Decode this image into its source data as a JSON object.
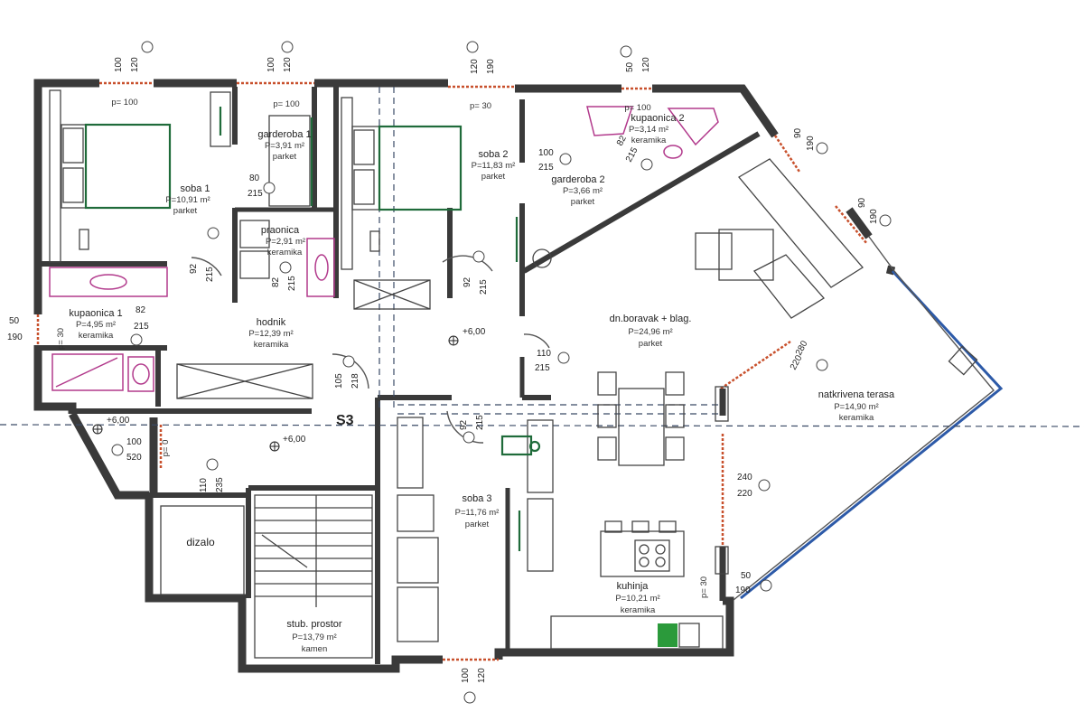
{
  "stair_label": "S3",
  "rooms": [
    {
      "id": "soba1",
      "name": "soba 1",
      "area": "P=10,91 m²",
      "floor": "parket"
    },
    {
      "id": "garderoba1",
      "name": "garderoba 1",
      "area": "P=3,91 m²",
      "floor": "parket"
    },
    {
      "id": "soba2",
      "name": "soba 2",
      "area": "P=11,83 m²",
      "floor": "parket"
    },
    {
      "id": "kupaonica2",
      "name": "kupaonica 2",
      "area": "P=3,14 m²",
      "floor": "keramika"
    },
    {
      "id": "garderoba2",
      "name": "garderoba 2",
      "area": "P=3,66 m²",
      "floor": "parket"
    },
    {
      "id": "praonica",
      "name": "praonica",
      "area": "P=2,91 m²",
      "floor": "keramika"
    },
    {
      "id": "kupaonica1",
      "name": "kupaonica 1",
      "area": "P=4,95 m²",
      "floor": "keramika"
    },
    {
      "id": "hodnik",
      "name": "hodnik",
      "area": "P=12,39 m²",
      "floor": "keramika"
    },
    {
      "id": "dnboravak",
      "name": "dn.boravak + blag.",
      "area": "P=24,96 m²",
      "floor": "parket"
    },
    {
      "id": "terasa",
      "name": "natkrivena terasa",
      "area": "P=14,90 m²",
      "floor": "keramika"
    },
    {
      "id": "soba3",
      "name": "soba 3",
      "area": "P=11,76 m²",
      "floor": "parket"
    },
    {
      "id": "kuhinja",
      "name": "kuhinja",
      "area": "P=10,21 m²",
      "floor": "keramika"
    },
    {
      "id": "stubprostor",
      "name": "stub. prostor",
      "area": "P=13,79 m²",
      "floor": "kamen"
    },
    {
      "id": "dizalo",
      "name": "dizalo",
      "area": "",
      "floor": ""
    }
  ],
  "levels": {
    "hall": "+6,00",
    "corridor": "+6,00",
    "landing": "+6,00"
  },
  "sill_labels": {
    "a": "p= 100",
    "b": "p= 100",
    "c": "p= 30",
    "d": "p= 100",
    "e": "p= 30",
    "f": "p= 0",
    "g": "p= 30"
  },
  "dims": {
    "t1a": "100",
    "t1b": "120",
    "t2a": "100",
    "t2b": "120",
    "t3a": "120",
    "t3b": "190",
    "t4a": "50",
    "t4b": "120",
    "r1a": "90",
    "r1b": "190",
    "r2a": "90",
    "r2b": "190",
    "g1a": "80",
    "g1b": "215",
    "g2a": "100",
    "g2b": "215",
    "k2a": "82",
    "k2b": "215",
    "d1a": "92",
    "d1b": "215",
    "d2a": "82",
    "d2b": "215",
    "d3a": "92",
    "d3b": "215",
    "k1a": "82",
    "k1b": "215",
    "w1a": "50",
    "w1b": "190",
    "h1a": "105",
    "h1b": "218",
    "b1a": "110",
    "b1b": "215",
    "ter1": "280",
    "ter2": "220",
    "s3a": "92",
    "s3b": "215",
    "en1": "100",
    "en2": "520",
    "el1": "110",
    "el2": "235",
    "kw1": "240",
    "kw2": "220",
    "kw3": "50",
    "kw4": "190",
    "bt1": "100",
    "bt2": "120"
  }
}
